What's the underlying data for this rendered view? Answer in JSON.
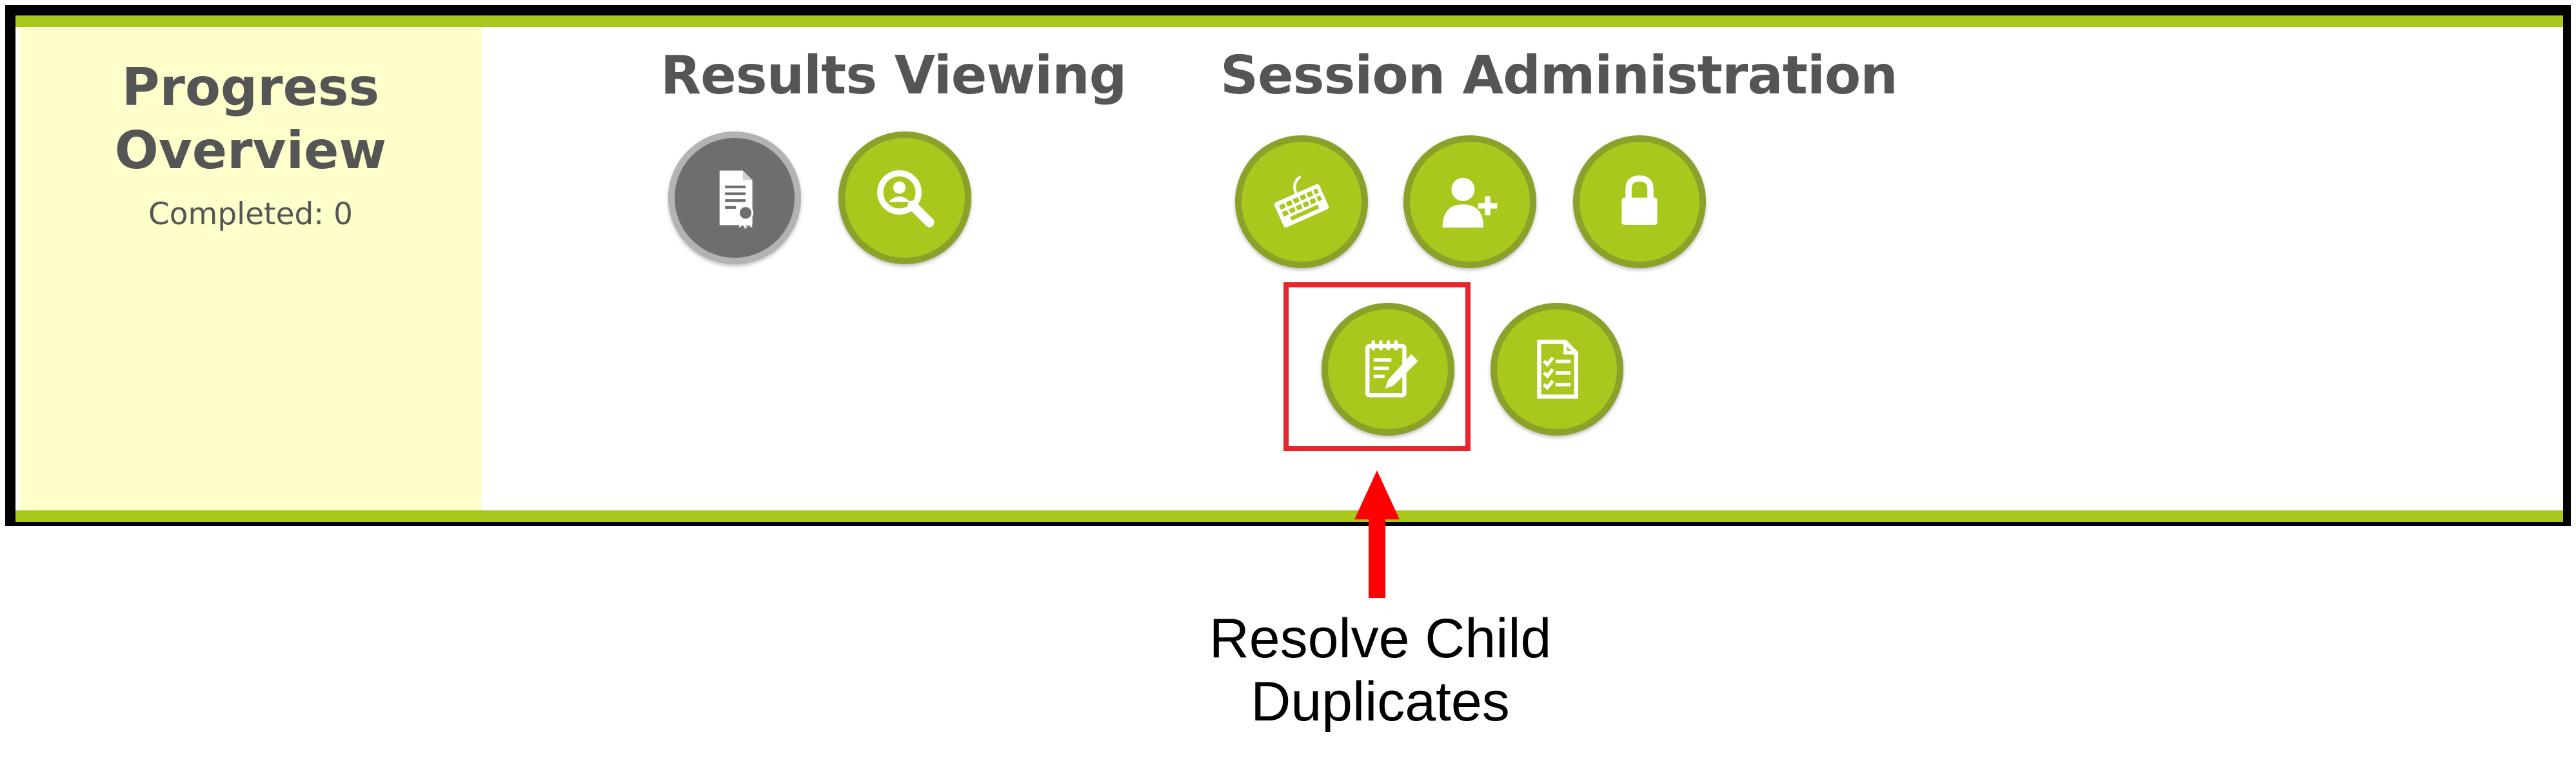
{
  "progress": {
    "title": "Progress Overview",
    "completed": "Completed: 0"
  },
  "results_viewing": {
    "title": "Results Viewing",
    "buttons": [
      {
        "name": "report-certificate",
        "icon": "report-certificate-icon",
        "state": "disabled"
      },
      {
        "name": "student-search",
        "icon": "student-search-icon",
        "state": "enabled"
      }
    ]
  },
  "session_administration": {
    "title": "Session Administration",
    "buttons": [
      {
        "name": "keyboard",
        "icon": "keyboard-icon"
      },
      {
        "name": "add-user",
        "icon": "add-user-icon"
      },
      {
        "name": "lock",
        "icon": "lock-icon"
      },
      {
        "name": "resolve-duplicates",
        "icon": "notepad-pencil-icon",
        "highlighted": true
      },
      {
        "name": "checklist",
        "icon": "checklist-icon"
      }
    ]
  },
  "annotation": {
    "text": "Resolve Child Duplicates"
  },
  "colors": {
    "accent_green": "#a8c81e",
    "panel_yellow": "#ffffcc",
    "highlight_red": "#e8242c",
    "text_gray": "#555555"
  }
}
